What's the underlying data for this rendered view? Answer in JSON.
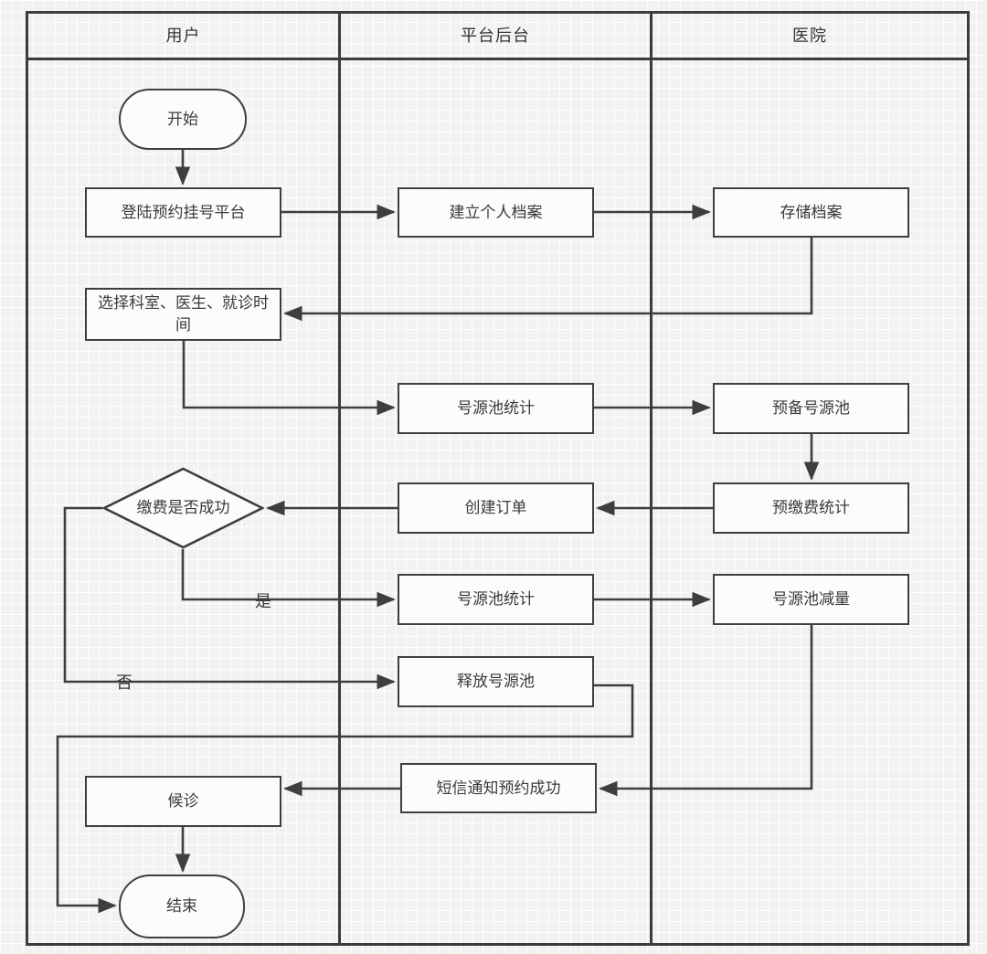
{
  "diagram": {
    "title_hint": "hospital-appointment-registration-flowchart",
    "lanes": [
      {
        "title": "用户"
      },
      {
        "title": "平台后台"
      },
      {
        "title": "医院"
      }
    ],
    "nodes": {
      "start": {
        "label": "开始",
        "shape": "terminator",
        "lane": "用户"
      },
      "login": {
        "label": "登陆预约挂号平台",
        "shape": "process",
        "lane": "用户"
      },
      "create_profile": {
        "label": "建立个人档案",
        "shape": "process",
        "lane": "平台后台"
      },
      "store_profile": {
        "label": "存储档案",
        "shape": "process",
        "lane": "医院"
      },
      "select_visit": {
        "label": "选择科室、医生、就诊时间",
        "shape": "process",
        "lane": "用户"
      },
      "pool_stat_1": {
        "label": "号源池统计",
        "shape": "process",
        "lane": "平台后台"
      },
      "prepare_pool": {
        "label": "预备号源池",
        "shape": "process",
        "lane": "医院"
      },
      "prepay_stat": {
        "label": "预缴费统计",
        "shape": "process",
        "lane": "医院"
      },
      "create_order": {
        "label": "创建订单",
        "shape": "process",
        "lane": "平台后台"
      },
      "payment_check": {
        "label": "缴费是否成功",
        "shape": "decision",
        "lane": "用户"
      },
      "pool_stat_2": {
        "label": "号源池统计",
        "shape": "process",
        "lane": "平台后台"
      },
      "pool_decrease": {
        "label": "号源池减量",
        "shape": "process",
        "lane": "医院"
      },
      "release_pool": {
        "label": "释放号源池",
        "shape": "process",
        "lane": "平台后台"
      },
      "sms_notify": {
        "label": "短信通知预约成功",
        "shape": "process",
        "lane": "平台后台"
      },
      "waiting": {
        "label": "候诊",
        "shape": "process",
        "lane": "用户"
      },
      "end": {
        "label": "结束",
        "shape": "terminator",
        "lane": "用户"
      }
    },
    "edges": [
      {
        "from": "start",
        "to": "login"
      },
      {
        "from": "login",
        "to": "create_profile"
      },
      {
        "from": "create_profile",
        "to": "store_profile"
      },
      {
        "from": "store_profile",
        "to": "select_visit"
      },
      {
        "from": "select_visit",
        "to": "pool_stat_1"
      },
      {
        "from": "pool_stat_1",
        "to": "prepare_pool"
      },
      {
        "from": "prepare_pool",
        "to": "prepay_stat"
      },
      {
        "from": "prepay_stat",
        "to": "create_order"
      },
      {
        "from": "create_order",
        "to": "payment_check"
      },
      {
        "from": "payment_check",
        "to": "pool_stat_2",
        "label": "是"
      },
      {
        "from": "payment_check",
        "to": "release_pool",
        "label": "否"
      },
      {
        "from": "pool_stat_2",
        "to": "pool_decrease"
      },
      {
        "from": "pool_decrease",
        "to": "sms_notify"
      },
      {
        "from": "release_pool",
        "to": "end"
      },
      {
        "from": "sms_notify",
        "to": "waiting"
      },
      {
        "from": "waiting",
        "to": "end"
      }
    ],
    "edge_labels": {
      "yes": "是",
      "no": "否"
    },
    "colors": {
      "stroke": "#3e3e3e",
      "node_fill": "#fcfcfb",
      "canvas_bg": "#f3f2f1",
      "text": "#3a3a3a"
    }
  }
}
